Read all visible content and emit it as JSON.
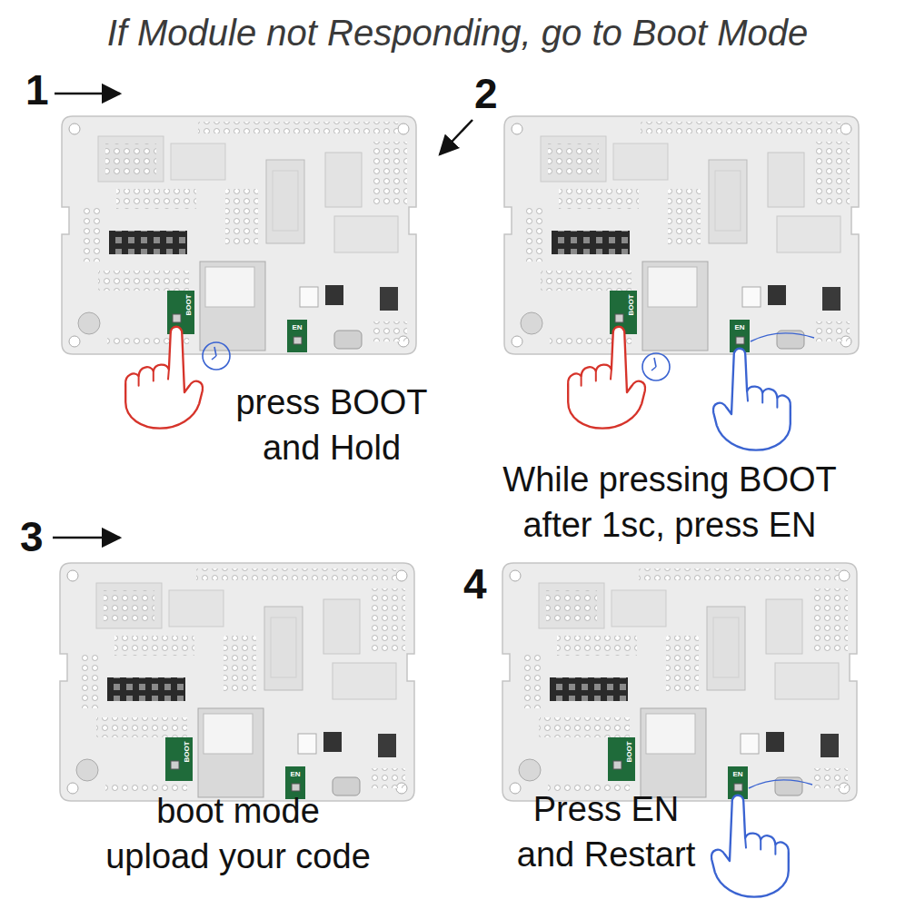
{
  "diagram": {
    "title": "If Module not Responding, go to Boot Mode",
    "labels": [
      "1",
      "BOOT",
      "EN",
      "press BOOT and Hold",
      "2",
      "BOOT",
      "EN",
      "While pressing BOOT after 1sc, press EN",
      "3",
      "BOOT",
      "EN",
      "boot mode upload your code",
      "4",
      "BOOT",
      "EN",
      "Press EN and Restart"
    ]
  }
}
